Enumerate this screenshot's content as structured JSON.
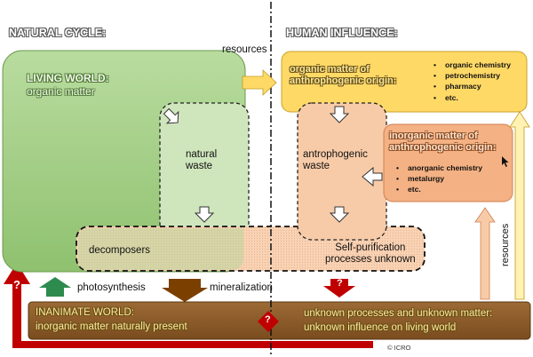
{
  "headings": {
    "natural_cycle": "NATURAL CYCLE:",
    "human_influence": "HUMAN INFLUENCE:"
  },
  "living_world": {
    "title": "LIVING WORLD:",
    "subtitle": "organic matter"
  },
  "natural_waste": "natural\nwaste",
  "anthropogenic_waste": "antrophogenic\nwaste",
  "resources_top": "resources",
  "resources_vertical": "resources",
  "organic_origin": {
    "title": "organic matter of\nanthrophogenic origin:",
    "items": [
      "organic chemistry",
      "petrochemistry",
      "pharmacy",
      "etc."
    ]
  },
  "inorganic_origin": {
    "title": "inorganic matter of\nanthrophogenic origin:",
    "items": [
      "anorganic chemistry",
      "metalurgy",
      "etc."
    ]
  },
  "decomposers": "decomposers",
  "self_purification": "Self-purification\nprocesses unknown",
  "photosynthesis": "photosynthesis",
  "mineralization": "mineralization",
  "inanimate_world": {
    "title": "INANIMATE WORLD:",
    "subtitle": "inorganic matter naturally present"
  },
  "unknown": {
    "line1": "unknown processes and unknown matter:",
    "line2": "unknown influence on living world"
  },
  "question_mark": "?",
  "copyright": "© ICRO",
  "colors": {
    "living_green": "#a9d08e",
    "organic_yellow": "#ffd966",
    "inorganic_orange": "#f4b183",
    "inanimate_brown": "#8b5a2b",
    "red_arrow": "#c00000",
    "green_arrow": "#2e8b4e",
    "brown_arrow": "#7b3f00"
  }
}
